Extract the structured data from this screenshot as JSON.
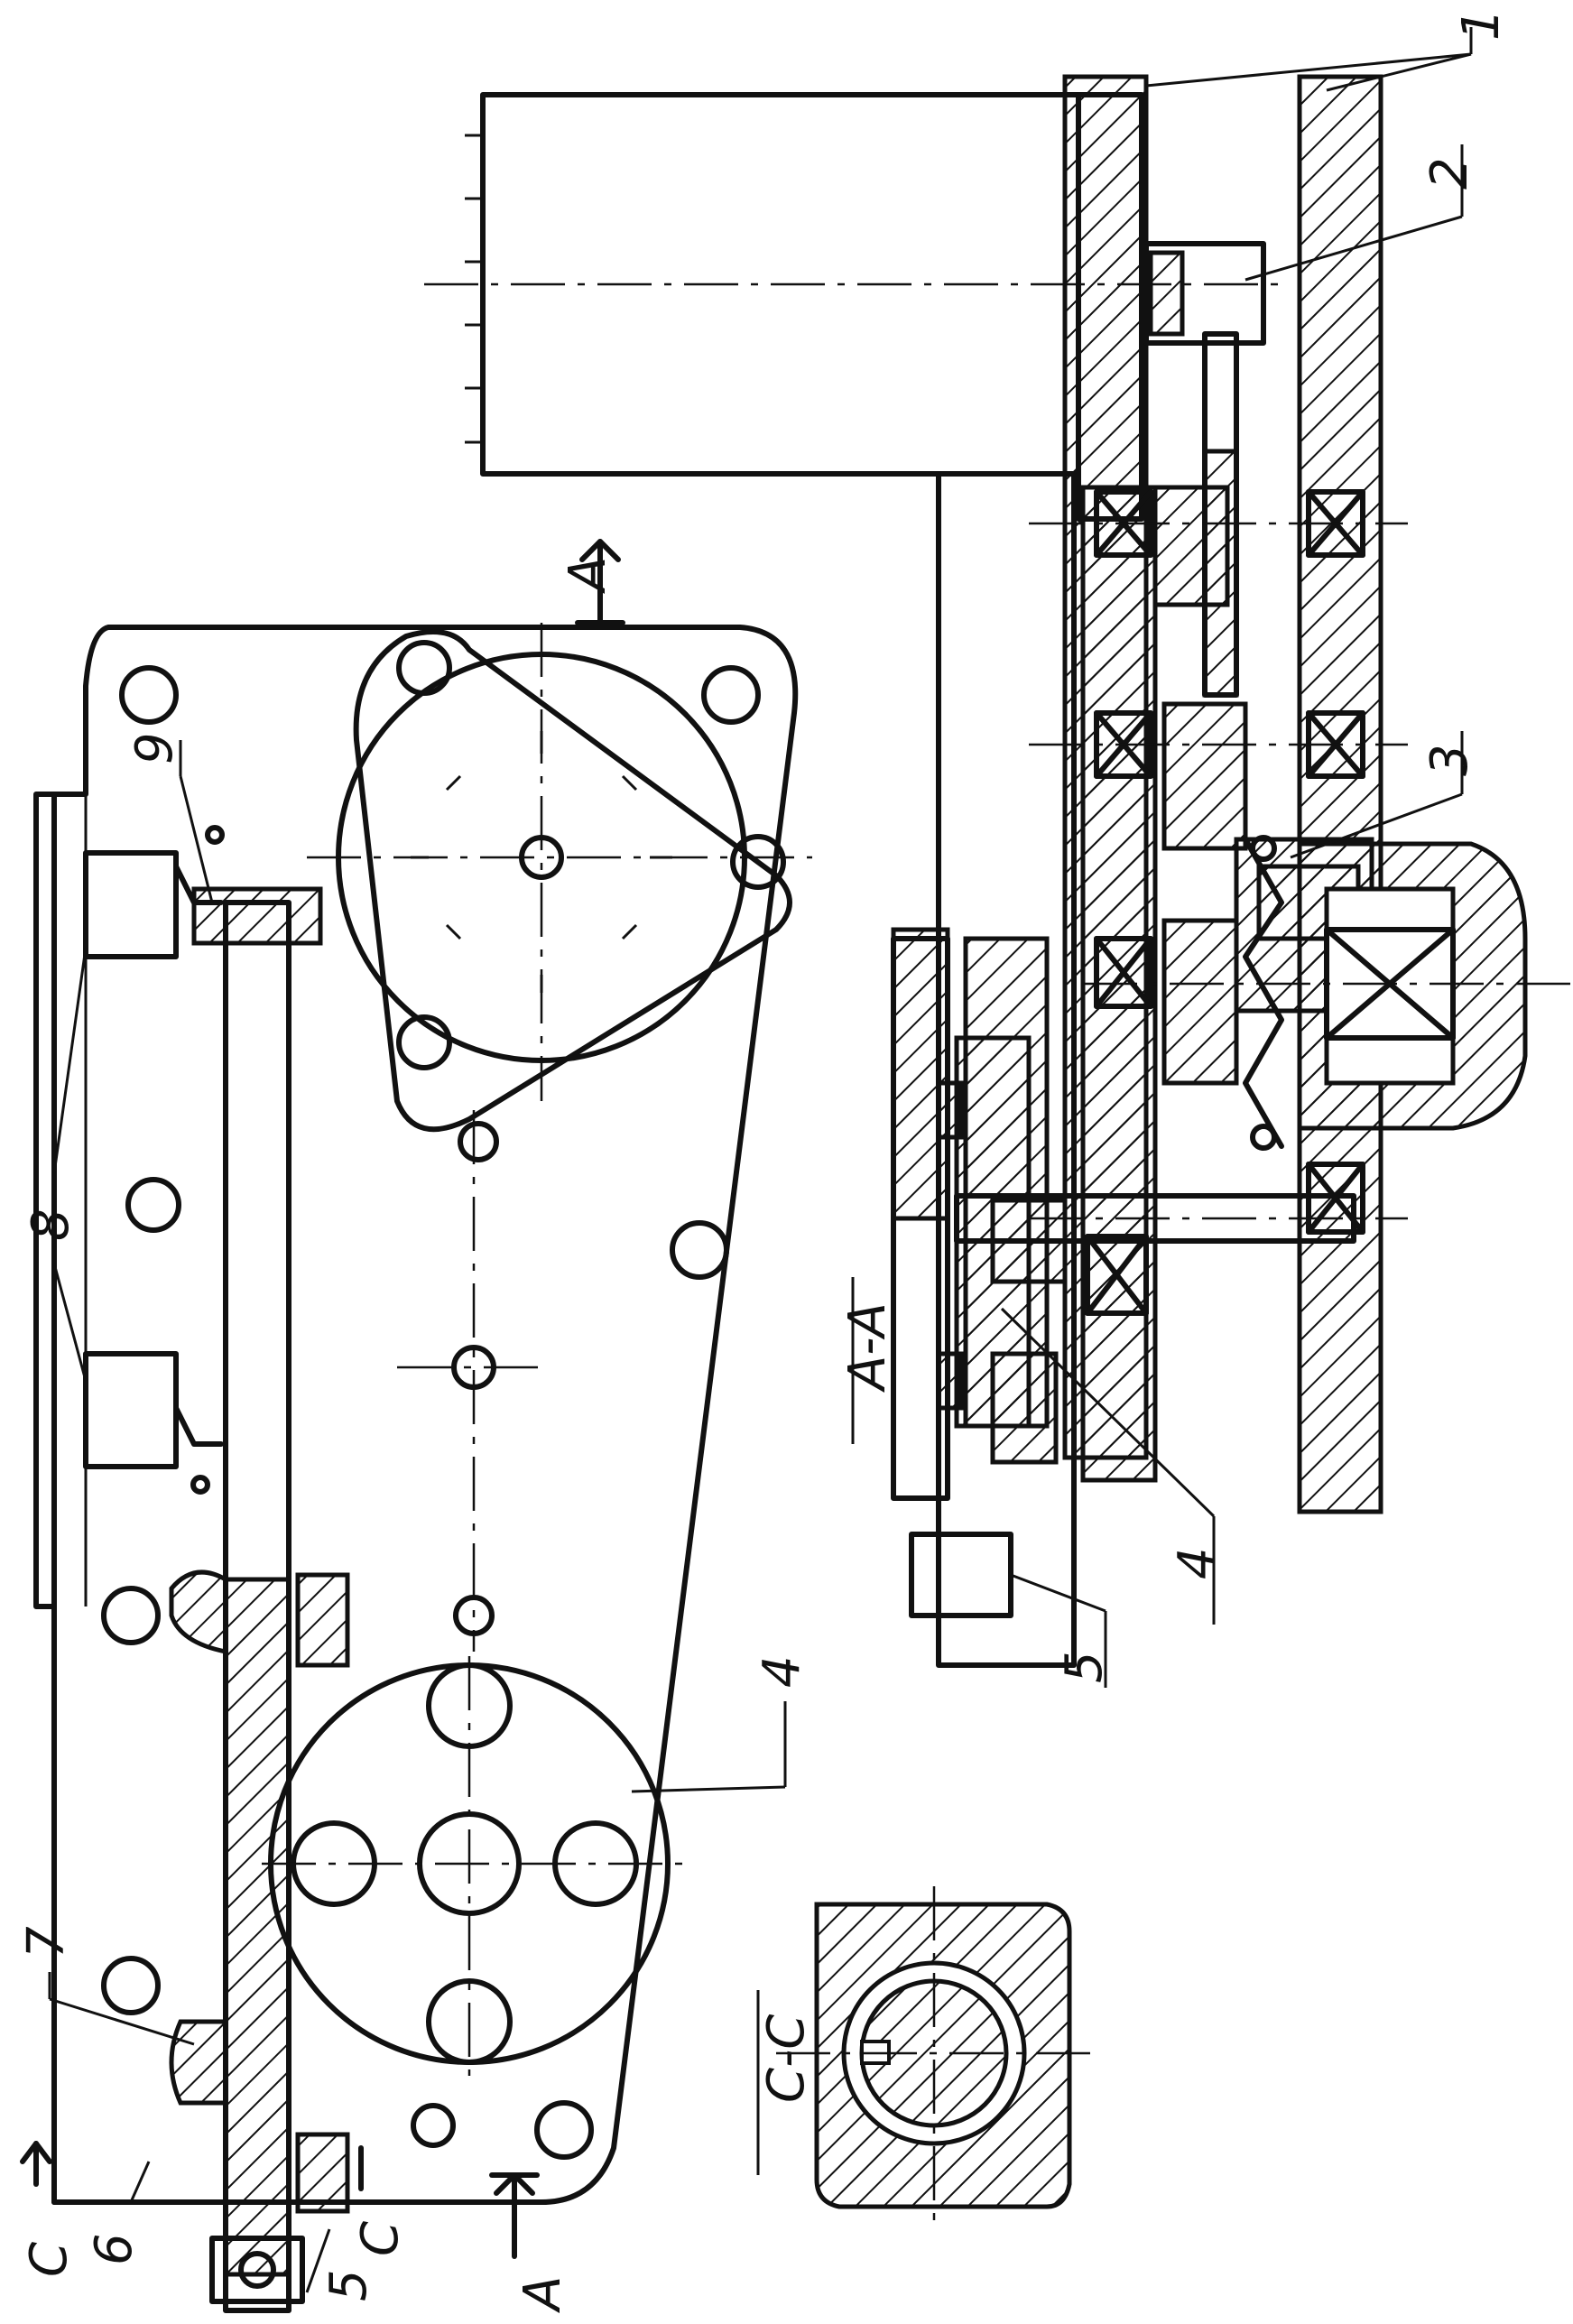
{
  "labels": {
    "n1": "1",
    "n2": "2",
    "n3": "3",
    "n4_left": "4",
    "n4_section": "4",
    "n5_left": "5",
    "n5_section": "5",
    "n6": "6",
    "n7": "7",
    "n8": "8",
    "n9": "9",
    "section_aa": "A-A",
    "section_cc": "C-C",
    "arrow_a_top": "A",
    "arrow_a_bottom": "A",
    "cut_c_left": "C",
    "cut_c_right": "C"
  }
}
